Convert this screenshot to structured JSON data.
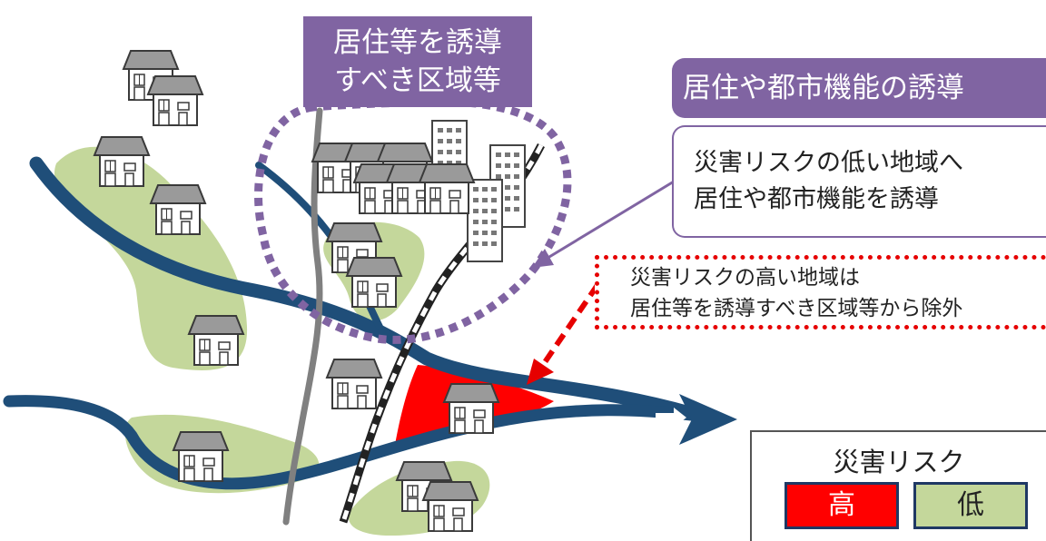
{
  "labels": {
    "induction_area": "居住等を誘導\nすべき区域等",
    "policy_title": "居住や都市機能の誘導",
    "policy_desc_1": "災害リスクの低い地域へ",
    "policy_desc_2": "居住や都市機能を誘導",
    "exclude_1": "災害リスクの高い地域は",
    "exclude_2": "居住等を誘導すべき区域等から除外"
  },
  "legend": {
    "title": "災害リスク",
    "high_label": "高",
    "low_label": "低"
  },
  "colors": {
    "river": "#1f4e79",
    "low_risk": "#c4d79b",
    "high_risk": "#ff0000",
    "purple": "#8064a2",
    "road": "#808080",
    "red_arrow": "#e60000"
  }
}
